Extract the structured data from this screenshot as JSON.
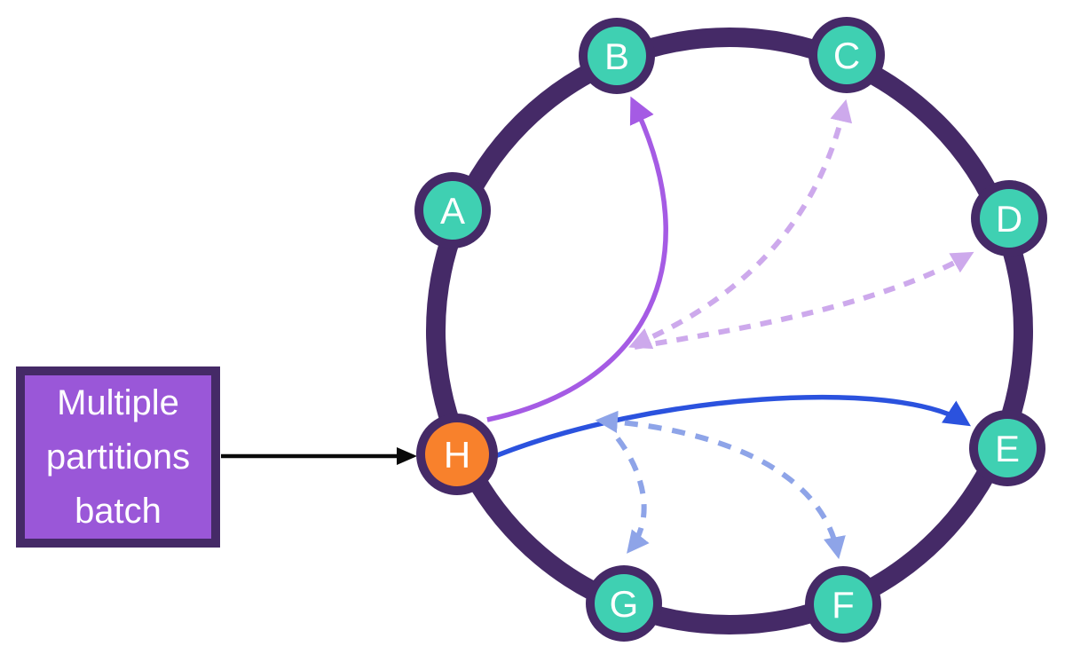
{
  "box": {
    "lines": [
      "Multiple",
      "partitions",
      "batch"
    ]
  },
  "nodes": [
    {
      "label": "A",
      "fill": "teal"
    },
    {
      "label": "B",
      "fill": "teal"
    },
    {
      "label": "C",
      "fill": "teal"
    },
    {
      "label": "D",
      "fill": "teal"
    },
    {
      "label": "E",
      "fill": "teal"
    },
    {
      "label": "F",
      "fill": "teal"
    },
    {
      "label": "G",
      "fill": "teal"
    },
    {
      "label": "H",
      "fill": "orange"
    }
  ],
  "edges": [
    {
      "from": "batch-box",
      "to": "H",
      "style": "solid",
      "color_key": "arrowBlack"
    },
    {
      "from": "H",
      "to": "B",
      "style": "solid",
      "color_key": "arrowPurple"
    },
    {
      "from": "H",
      "to": "C",
      "style": "dashed",
      "color_key": "arrowLavender"
    },
    {
      "from": "H",
      "to": "D",
      "style": "dashed",
      "color_key": "arrowLavender"
    },
    {
      "from": "H",
      "to": "E",
      "style": "solid",
      "color_key": "arrowBlue"
    },
    {
      "from": "H",
      "to": "F",
      "style": "dashed",
      "color_key": "arrowLightblue"
    },
    {
      "from": "H",
      "to": "G",
      "style": "dashed",
      "color_key": "arrowLightblue"
    }
  ],
  "colors": {
    "ringPurple": "#452a67",
    "nodeTeal": "#3fd0b2",
    "nodeOrange": "#f8812c",
    "boxFill": "#9a57d8",
    "arrowPurple": "#a55be4",
    "arrowLavender": "#cda9ec",
    "arrowBlue": "#2b52de",
    "arrowLightblue": "#8ea4e8",
    "arrowBlack": "#0a0a0a",
    "labelText": "#ffffff"
  }
}
